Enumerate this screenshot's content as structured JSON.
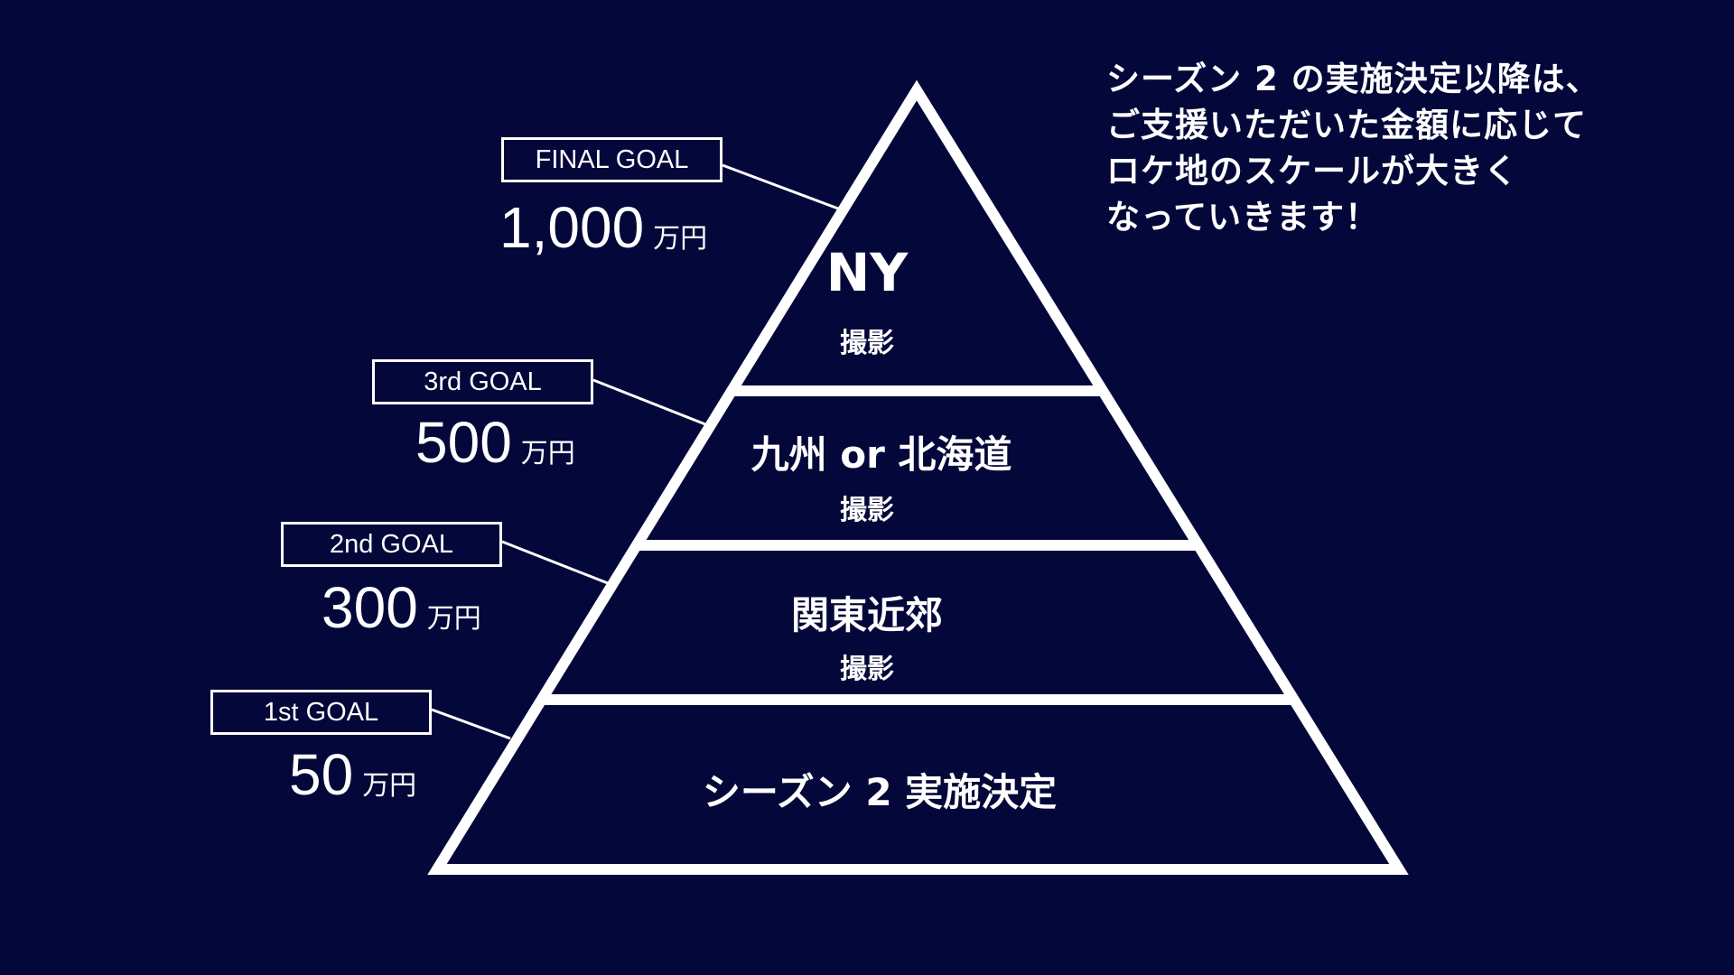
{
  "tiers": [
    {
      "title": "NY",
      "subtitle": "撮影"
    },
    {
      "title": "九州 or 北海道",
      "subtitle": "撮影"
    },
    {
      "title": "関東近郊",
      "subtitle": "撮影"
    },
    {
      "title": "シーズン 2 実施決定",
      "subtitle": ""
    }
  ],
  "goals": [
    {
      "label": "FINAL GOAL",
      "amount": "1,000",
      "unit": "万円"
    },
    {
      "label": "3rd GOAL",
      "amount": "500",
      "unit": "万円"
    },
    {
      "label": "2nd GOAL",
      "amount": "300",
      "unit": "万円"
    },
    {
      "label": "1st GOAL",
      "amount": "50",
      "unit": "万円"
    }
  ],
  "note": {
    "lines": [
      "シーズン 2 の実施決定以降は、",
      "ご支援いただいた金額に応じて",
      "ロケ地のスケールが大きく",
      "なっていきます！"
    ]
  },
  "colors": {
    "background": "#03073a",
    "foreground": "#ffffff"
  }
}
